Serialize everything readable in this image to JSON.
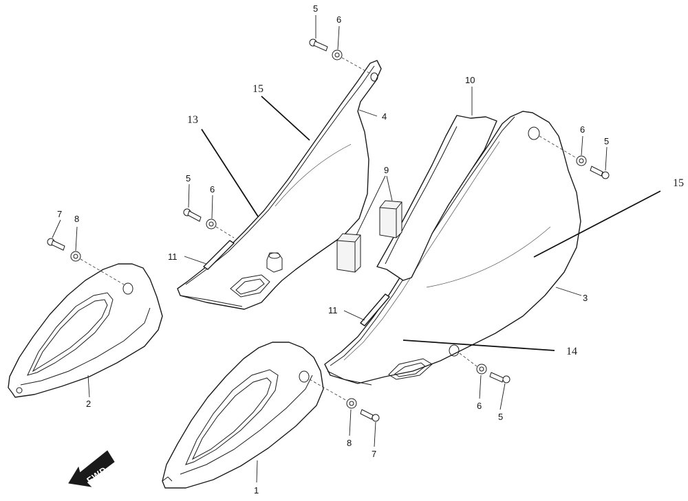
{
  "diagram": {
    "type": "exploded-parts-view",
    "direction_badge": {
      "label": "FWD",
      "icon": "arrow-left-icon"
    },
    "callouts": [
      {
        "id": "c1",
        "label": "1"
      },
      {
        "id": "c2",
        "label": "2"
      },
      {
        "id": "c3",
        "label": "3"
      },
      {
        "id": "c4",
        "label": "4"
      },
      {
        "id": "c5a",
        "label": "5"
      },
      {
        "id": "c5b",
        "label": "5"
      },
      {
        "id": "c5c",
        "label": "5"
      },
      {
        "id": "c5d",
        "label": "5"
      },
      {
        "id": "c6a",
        "label": "6"
      },
      {
        "id": "c6b",
        "label": "6"
      },
      {
        "id": "c6c",
        "label": "6"
      },
      {
        "id": "c6d",
        "label": "6"
      },
      {
        "id": "c7a",
        "label": "7"
      },
      {
        "id": "c7b",
        "label": "7"
      },
      {
        "id": "c8a",
        "label": "8"
      },
      {
        "id": "c8b",
        "label": "8"
      },
      {
        "id": "c9",
        "label": "9"
      },
      {
        "id": "c10",
        "label": "10"
      },
      {
        "id": "c11a",
        "label": "11"
      },
      {
        "id": "c11b",
        "label": "11"
      },
      {
        "id": "c13",
        "label": "13"
      },
      {
        "id": "c14",
        "label": "14"
      },
      {
        "id": "c15a",
        "label": "15"
      },
      {
        "id": "c15b",
        "label": "15"
      }
    ]
  }
}
